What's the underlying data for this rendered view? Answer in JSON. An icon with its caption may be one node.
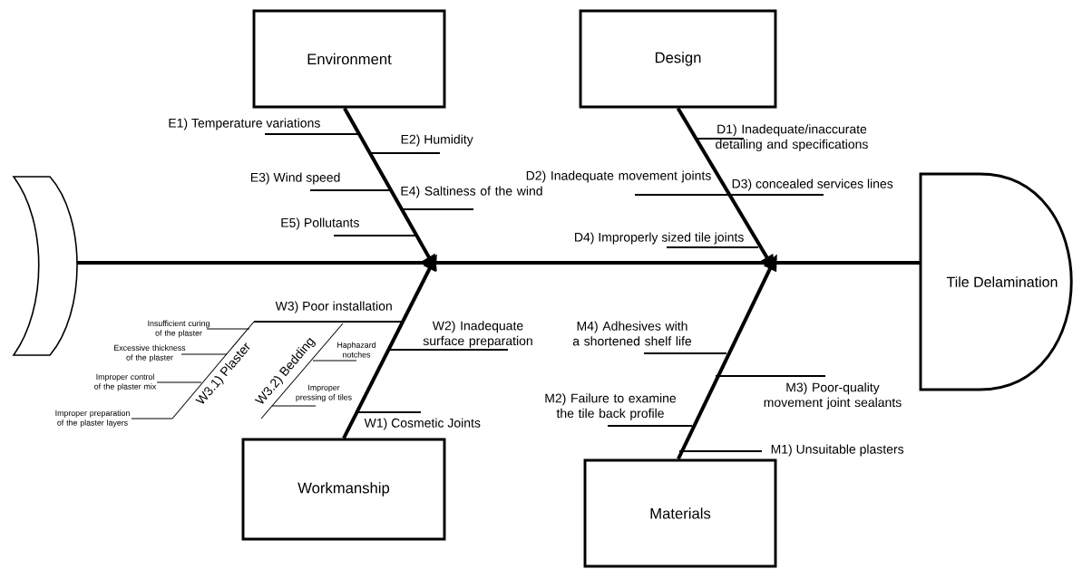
{
  "diagram": {
    "nodes": [
      {
        "text": [
          "Environment"
        ]
      },
      {
        "text": [
          "Design"
        ]
      },
      {
        "text": [],
        "shape": "crescent"
      },
      {
        "text": [
          "Tile Delamination"
        ]
      },
      {
        "text": [
          "Workmanship"
        ]
      },
      {
        "text": [
          "Materials"
        ]
      }
    ],
    "edges": [
      {
        "from": 0,
        "to": null,
        "arrow": "to"
      },
      {
        "from": 1,
        "to": null,
        "arrow": "to"
      },
      {
        "from": 2,
        "to": 3,
        "arrow": "none"
      },
      {
        "from": 4,
        "to": null,
        "arrow": "to"
      },
      {
        "from": 5,
        "to": null,
        "arrow": "to"
      }
    ],
    "labels": [
      "E1) Temperature variations",
      "E2) Humidity",
      "E3) Wind speed",
      "E4) Saltiness of the wind",
      "E5) Pollutants",
      "D1) Inadequate/inaccurate detailing and specifications",
      "D2) Inadequate movement joints",
      "D3) concealed services lines",
      "D4) Improperly sized tile joints",
      "W3) Poor installation",
      "W2) Inadequate surface preparation",
      "Insufficient curing of the plaster",
      "Excessive thickness of the plaster",
      "W3.1) Plaster",
      "Haphazard notches",
      "W3.2) Bedding",
      "Improper control of the plaster mix",
      "Improper pressing of tiles",
      "Improper preparation of the plaster layers",
      "W1) Cosmetic Joints",
      "M4) Adhesives with a shortened shelf life",
      "M3) Poor-quality movement joint sealants",
      "M2) Failure to examine the tile back profile",
      "M1) Unsuitable plasters"
    ]
  }
}
